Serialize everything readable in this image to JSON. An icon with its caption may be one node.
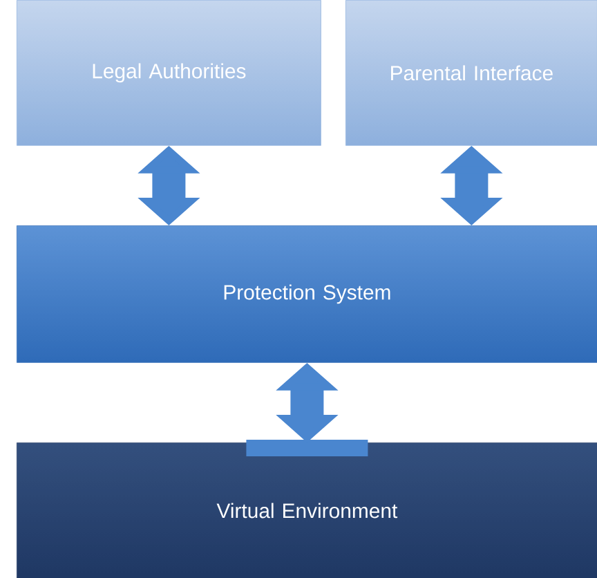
{
  "diagram": {
    "nodes": [
      {
        "text": [
          "Legal Authorities"
        ]
      },
      {
        "text": [
          "Parental Interface"
        ]
      },
      {
        "text": [
          "Protection System"
        ]
      },
      {
        "text": [
          "Virtual Environment"
        ]
      }
    ],
    "edges": [
      {
        "from": 0,
        "to": 2,
        "arrow": "both"
      },
      {
        "from": 1,
        "to": 2,
        "arrow": "both"
      },
      {
        "from": 2,
        "to": 3,
        "arrow": "both"
      }
    ]
  }
}
